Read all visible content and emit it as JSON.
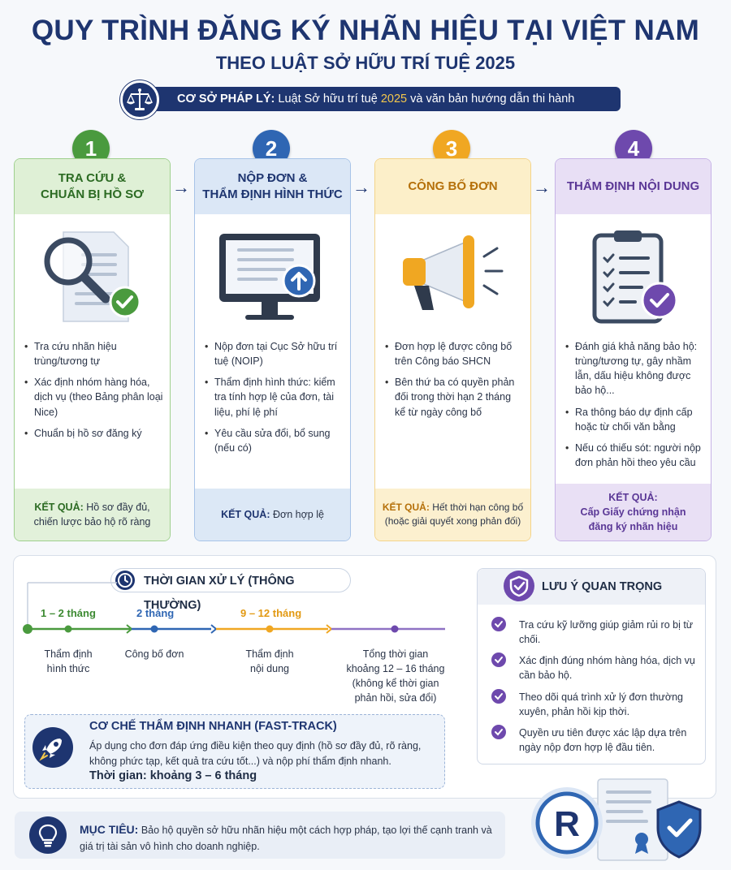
{
  "header": {
    "title": "QUY TRÌNH ĐĂNG KÝ NHÃN HIỆU TẠI VIỆT NAM",
    "subtitle": "THEO LUẬT SỞ HỮU TRÍ TUỆ 2025"
  },
  "legal_basis": {
    "label": "CƠ SỞ PHÁP LÝ:",
    "text_before": "Luật Sở hữu trí tuệ",
    "year": "2025",
    "text_after": "và văn bản hướng dẫn thi hành"
  },
  "steps": [
    {
      "number": "1",
      "title_line1": "TRA CỨU &",
      "title_line2": "CHUẨN BỊ HỒ SƠ",
      "bullets": [
        "Tra cứu nhãn hiệu trùng/tương tự",
        "Xác định nhóm hàng hóa, dịch vụ (theo Bảng phân loại Nice)",
        "Chuẩn bị hồ sơ đăng ký"
      ],
      "result_label": "KẾT QUẢ:",
      "result_text": "Hồ sơ đầy đủ,",
      "result_text2": "chiến lược bảo hộ rõ ràng"
    },
    {
      "number": "2",
      "title_line1": "NỘP ĐƠN &",
      "title_line2": "THẨM ĐỊNH HÌNH THỨC",
      "bullets": [
        "Nộp đơn tại Cục Sở hữu trí tuệ (NOIP)",
        "Thẩm định hình thức: kiểm tra tính hợp lệ của đơn, tài liệu, phí lệ phí",
        "Yêu cầu sửa đổi, bổ sung (nếu có)"
      ],
      "result_label": "KẾT QUẢ:",
      "result_text": "Đơn hợp lệ",
      "result_text2": ""
    },
    {
      "number": "3",
      "title_line1": "CÔNG BỐ ĐƠN",
      "title_line2": "",
      "bullets": [
        "Đơn hợp lệ được công bố trên Công báo SHCN",
        "Bên thứ ba có quyền phản đối trong thời hạn 2 tháng kể từ ngày công bố"
      ],
      "result_label": "KẾT QUẢ:",
      "result_text": "Hết thời hạn công bố",
      "result_text2": "(hoặc giải quyết xong phản đối)"
    },
    {
      "number": "4",
      "title_line1": "THẨM ĐỊNH NỘI DUNG",
      "title_line2": "",
      "bullets": [
        "Đánh giá khả năng bảo hộ: trùng/tương tự, gây nhầm lẫn, dấu hiệu không được bảo hộ...",
        "Ra thông báo dự định cấp hoặc từ chối văn bằng",
        "Nếu có thiếu sót: người nộp đơn phản hồi theo yêu cầu"
      ],
      "result_label": "KẾT QUẢ:",
      "result_text": "Cấp Giấy chứng nhận",
      "result_text2": "đăng ký nhãn hiệu"
    }
  ],
  "timeline": {
    "title": "THỜI GIAN XỬ LÝ (THÔNG THƯỜNG)",
    "segments": [
      "1 – 2 tháng",
      "2 tháng",
      "9 – 12 tháng"
    ],
    "milestones": [
      {
        "line1": "Thẩm định",
        "line2": "hình thức"
      },
      {
        "line1": "Công bố đơn",
        "line2": ""
      },
      {
        "line1": "Thẩm định",
        "line2": "nội dung"
      }
    ],
    "total": [
      "Tổng thời gian",
      "khoảng 12 – 16 tháng",
      "(không kể thời gian",
      "phản hồi, sửa đổi)"
    ]
  },
  "fast_track": {
    "title": "CƠ CHẾ THẨM ĐỊNH NHANH (FAST-TRACK)",
    "text": "Áp dụng cho đơn đáp ứng điều kiện theo quy định (hồ sơ đầy đủ, rõ ràng, không phức tạp, kết quả tra cứu tốt...) và nộp phí thẩm định nhanh.",
    "time": "Thời gian: khoảng 3 – 6 tháng"
  },
  "notes": {
    "title": "LƯU Ý QUAN TRỌNG",
    "items": [
      "Tra cứu kỹ lưỡng giúp giảm rủi ro bị từ chối.",
      "Xác định đúng nhóm hàng hóa, dịch vụ cần bảo hộ.",
      "Theo dõi quá trình xử lý đơn thường xuyên, phản hồi kịp thời.",
      "Quyền ưu tiên được xác lập dựa trên ngày nộp đơn hợp lệ đầu tiên."
    ]
  },
  "goal": {
    "label": "MỤC TIÊU:",
    "text": "Bảo hộ quyền sở hữu nhãn hiệu một cách hợp pháp, tạo lợi thế cạnh tranh và giá trị tài sản vô hình cho doanh nghiệp."
  },
  "colors": {
    "navy": "#1e3570",
    "step1": "#4a9a3e",
    "step2": "#2f66b3",
    "step3": "#f0a722",
    "step4": "#6e49ad"
  }
}
